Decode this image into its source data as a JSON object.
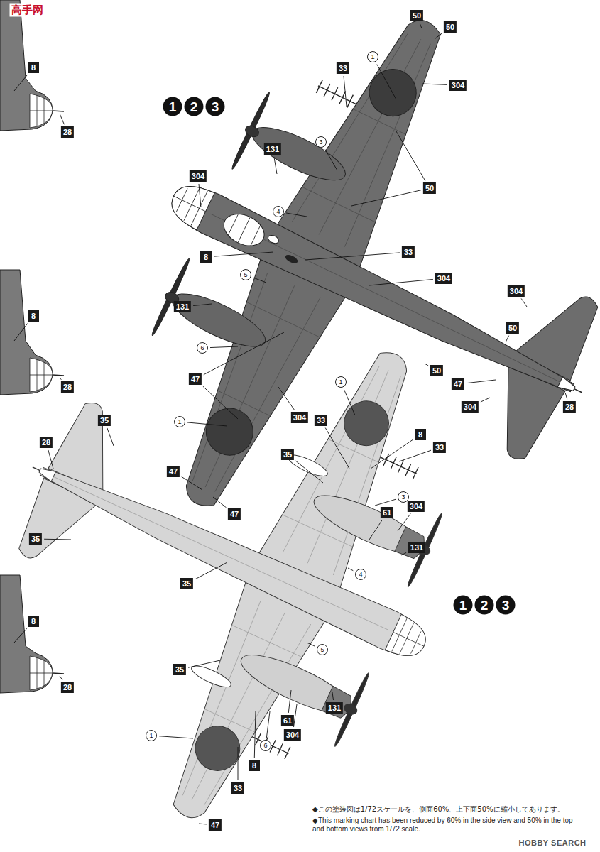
{
  "diagram": {
    "labels": [
      "高手网",
      "8",
      "28",
      "8",
      "28",
      "8",
      "28",
      "1",
      "2",
      "3",
      "50",
      "50",
      "1",
      "33",
      "304",
      "3",
      "50",
      "131",
      "304",
      "4",
      "33",
      "8",
      "5",
      "304",
      "131",
      "304",
      "50",
      "6",
      "47",
      "304",
      "47",
      "28",
      "1",
      "304",
      "47",
      "47",
      "50",
      "1",
      "33",
      "8",
      "33",
      "35",
      "35",
      "28",
      "3",
      "61",
      "304",
      "131",
      "35",
      "35",
      "4",
      "35",
      "5",
      "131",
      "61",
      "304",
      "1",
      "6",
      "33",
      "8",
      "47",
      "1",
      "2",
      "3",
      "◆この塗装図は1/72スケールを、側面60%、上下面50%に縮小してあります。",
      "◆This marking chart has been reduced by 60% in the side view and 50% in the top and bottom views from 1/72 scale.",
      "HOBBY SEARCH"
    ]
  }
}
